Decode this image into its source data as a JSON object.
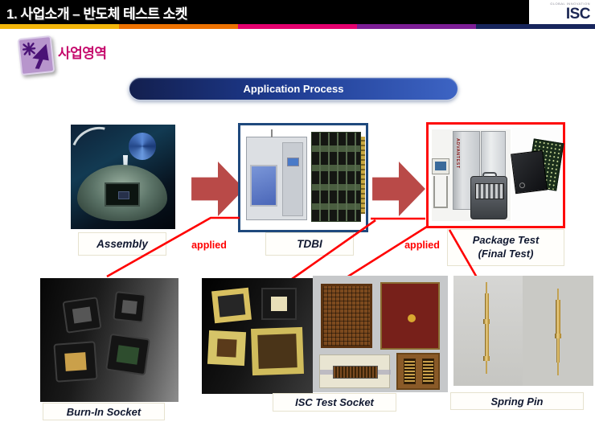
{
  "slide": {
    "header": {
      "title": "1. 사업소개 – 반도체 테스트 소켓"
    },
    "logo": {
      "tagline": "GLOBAL INNOVATION",
      "text": "ISC",
      "color": "#1B2653"
    },
    "stripe_colors": [
      "#F2B50A",
      "#ED7100",
      "#E5006E",
      "#7D1E96",
      "#17255C"
    ],
    "section": {
      "title": "사업영역",
      "title_color": "#C5086B",
      "icon": "sparkle-arrow-icon"
    },
    "banner": {
      "label": "Application Process",
      "gradient": [
        "#131F4E",
        "#3D64C4"
      ]
    },
    "process": {
      "arrow_color": "#B94A48",
      "connector_color": "#FF0000",
      "applied": {
        "text": "applied",
        "color": "#FF0000"
      },
      "steps": [
        {
          "name": "assembly",
          "label": "Assembly",
          "image": "wire-bonder-photo",
          "highlighted": false
        },
        {
          "name": "tdbi",
          "label": "TDBI",
          "image": "burn-in-oven-and-board-photo",
          "border_color": "#1F497D",
          "highlighted": true
        },
        {
          "name": "package-test",
          "label_line1": "Package Test",
          "label_line2": "(Final Test)",
          "image": "advantest-tester-and-bga-chips-photo",
          "border_color": "#FF0000",
          "highlighted": true,
          "machine_brand": "ADVANTEST"
        }
      ]
    },
    "products": [
      {
        "name": "burn-in-socket",
        "label": "Burn-In Socket",
        "image": "burn-in-sockets-photo"
      },
      {
        "name": "isc-test-socket",
        "label": "ISC Test Socket",
        "image": "test-sockets-and-pcb-boards-photo"
      },
      {
        "name": "spring-pin",
        "label": "Spring Pin",
        "image": "gold-spring-pins-photo"
      }
    ]
  }
}
